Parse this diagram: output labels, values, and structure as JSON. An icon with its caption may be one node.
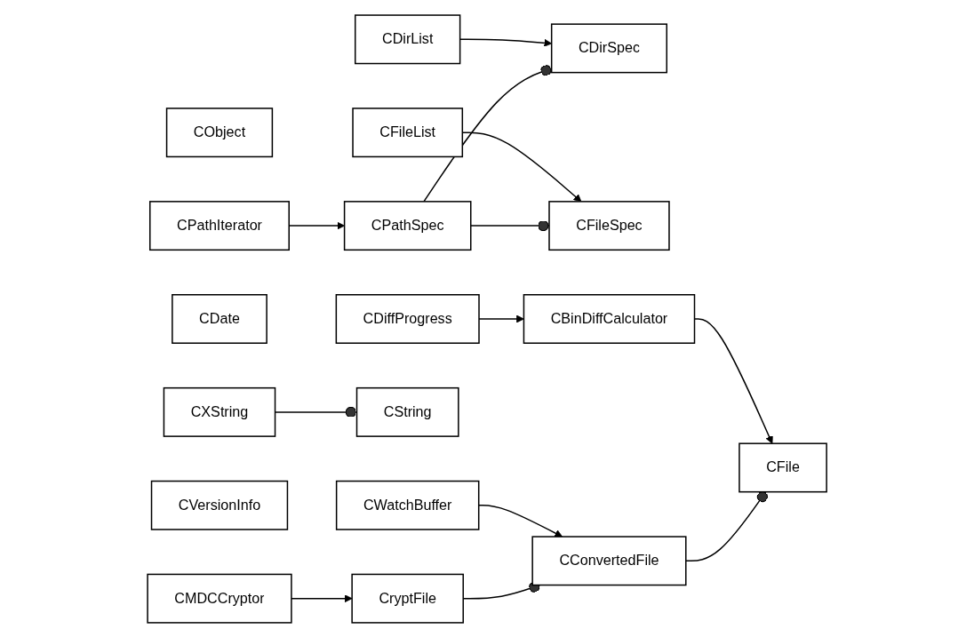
{
  "diagram": {
    "nodes": [
      {
        "text": [
          "CObject"
        ]
      },
      {
        "text": [
          "CDirList"
        ]
      },
      {
        "text": [
          "CDirSpec"
        ]
      },
      {
        "text": [
          "CFileSpec"
        ]
      },
      {
        "text": [
          "CFileList"
        ]
      },
      {
        "text": [
          "CPathSpec"
        ]
      },
      {
        "text": [
          "CPathIterator"
        ]
      },
      {
        "text": [
          "CDiffProgress"
        ]
      },
      {
        "text": [
          "CBinDiffCalculator"
        ]
      },
      {
        "text": [
          "CFile"
        ]
      },
      {
        "text": [
          "CString"
        ]
      },
      {
        "text": [
          "CWatchBuffer"
        ]
      },
      {
        "text": [
          "CConvertedFile"
        ]
      },
      {
        "text": [
          "CDate"
        ]
      },
      {
        "text": [
          "CXString"
        ]
      },
      {
        "text": [
          "CVersionInfo"
        ]
      },
      {
        "text": [
          "CMDCCryptor"
        ]
      },
      {
        "text": [
          "CryptFile"
        ]
      }
    ],
    "edges": [
      {
        "from": 1,
        "to": 2,
        "arrow": "to"
      },
      {
        "from": 4,
        "to": 3,
        "arrow": "to"
      },
      {
        "from": 5,
        "to": 2,
        "arrow": "other"
      },
      {
        "from": 5,
        "to": 3,
        "arrow": "other"
      },
      {
        "from": 6,
        "to": 5,
        "arrow": "to"
      },
      {
        "from": 7,
        "to": 8,
        "arrow": "to"
      },
      {
        "from": 8,
        "to": 9,
        "arrow": "to"
      },
      {
        "from": 12,
        "to": 9,
        "arrow": "other"
      },
      {
        "from": 11,
        "to": 12,
        "arrow": "to"
      },
      {
        "from": 17,
        "to": 12,
        "arrow": "other"
      },
      {
        "from": 16,
        "to": 17,
        "arrow": "to"
      },
      {
        "from": 14,
        "to": 10,
        "arrow": "other"
      }
    ]
  }
}
